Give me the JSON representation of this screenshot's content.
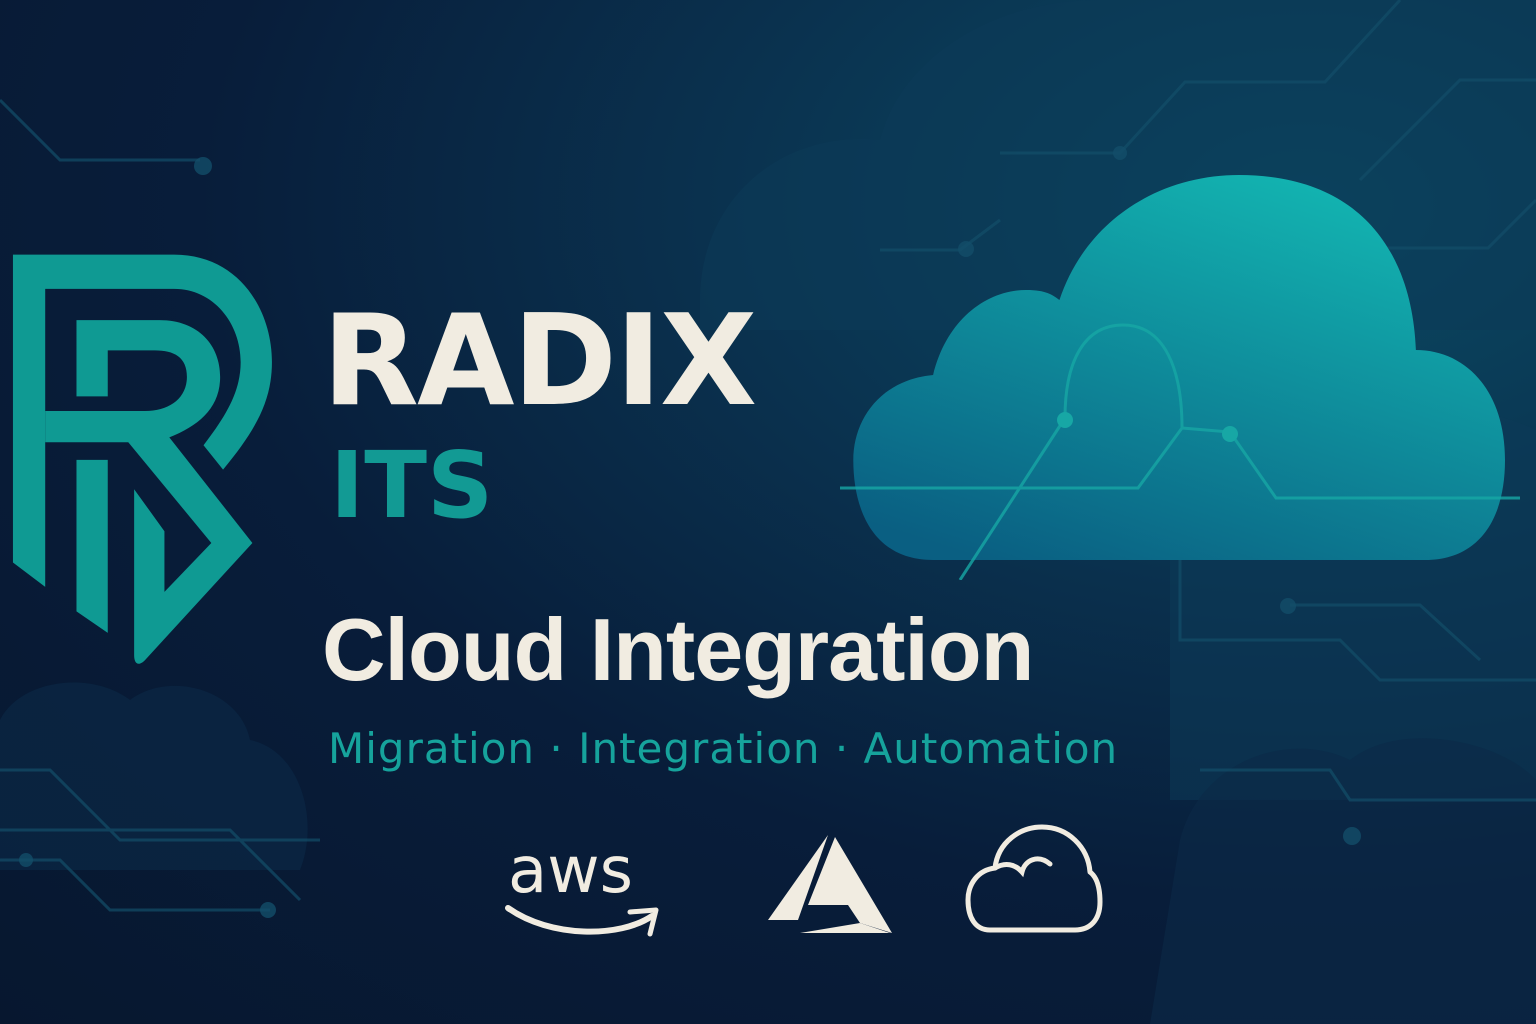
{
  "brand": {
    "name": "RADIX",
    "suffix": "ITS",
    "logo_icon": "radix-r-monogram-icon"
  },
  "headline": "Cloud Integration",
  "tagline": "Migration · Integration · Automation",
  "providers": [
    {
      "name": "aws",
      "icon": "aws-logo-icon"
    },
    {
      "name": "Azure",
      "icon": "azure-logo-icon"
    },
    {
      "name": "Cloud",
      "icon": "cloud-outline-icon"
    }
  ],
  "hero_icon": "cloud-circuit-icon",
  "colors": {
    "background": "#081d3a",
    "teal_accent": "#129a94",
    "text_light": "#f1ece1",
    "cloud_top": "#12b5b1",
    "cloud_bottom": "#0a5f82"
  }
}
